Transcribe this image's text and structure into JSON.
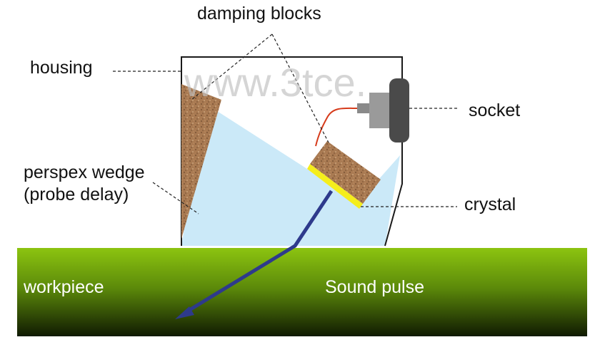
{
  "labels": {
    "damping_blocks": "damping blocks",
    "housing": "housing",
    "socket": "socket",
    "perspex_line1": "perspex wedge",
    "perspex_line2": "(probe delay)",
    "crystal": "crystal",
    "workpiece": "workpiece",
    "sound_pulse": "Sound pulse"
  },
  "watermark": "www.3tce.",
  "colors": {
    "wedge": "#cbe9f8",
    "damping": "#a97a52",
    "crystal": "#f5ee1c",
    "sound_pulse": "#2e3a8c",
    "wire": "#d63b1b",
    "socket": "#4a4a4a",
    "connector": "#9a9a9a",
    "workpiece_top": "#8cc410",
    "workpiece_bottom": "#101a02"
  }
}
